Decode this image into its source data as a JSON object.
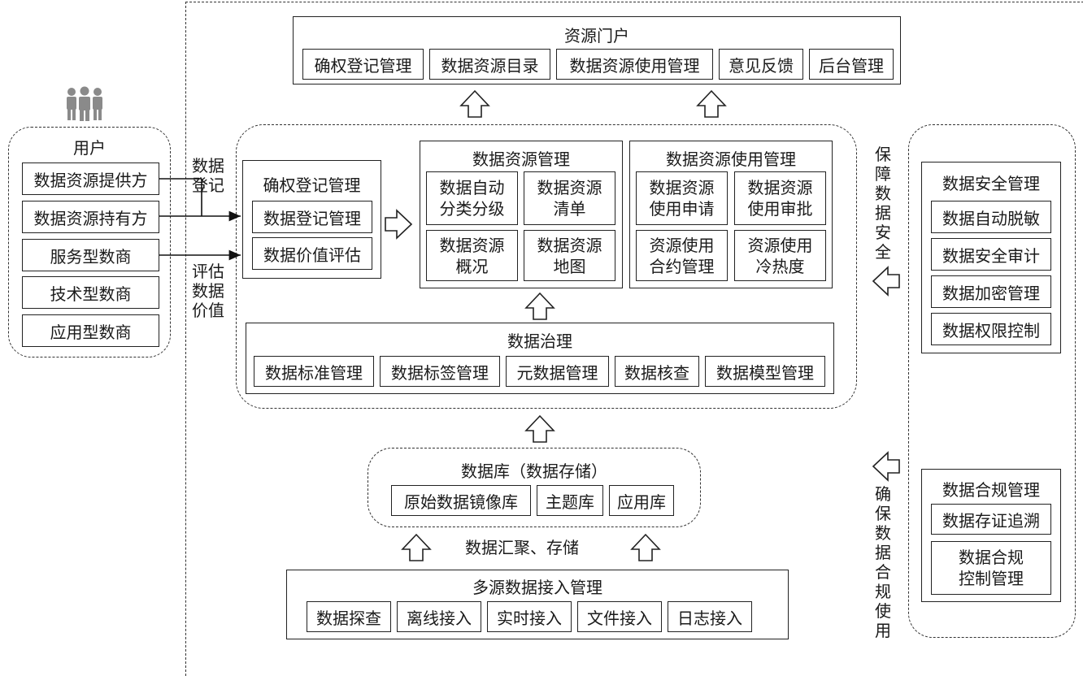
{
  "users": {
    "title": "用户",
    "items": [
      "数据资源提供方",
      "数据资源持有方",
      "服务型数商",
      "技术型数商",
      "应用型数商"
    ]
  },
  "side_labels": {
    "register": "数据\n登记",
    "evaluate": "评估\n数据\n价值"
  },
  "portal": {
    "title": "资源门户",
    "items": [
      "确权登记管理",
      "数据资源目录",
      "数据资源使用管理",
      "意见反馈",
      "后台管理"
    ]
  },
  "rights": {
    "title": "确权登记管理",
    "items": [
      "数据登记管理",
      "数据价值评估"
    ]
  },
  "resource_mgmt": {
    "title": "数据资源管理",
    "items": [
      "数据自动\n分类分级",
      "数据资源\n清单",
      "数据资源\n概况",
      "数据资源\n地图"
    ]
  },
  "usage_mgmt": {
    "title": "数据资源使用管理",
    "items": [
      "数据资源\n使用申请",
      "数据资源\n使用审批",
      "资源使用\n合约管理",
      "资源使用\n冷热度"
    ]
  },
  "governance": {
    "title": "数据治理",
    "items": [
      "数据标准管理",
      "数据标签管理",
      "元数据管理",
      "数据核查",
      "数据模型管理"
    ]
  },
  "database": {
    "title": "数据库（数据存储）",
    "items": [
      "原始数据镜像库",
      "主题库",
      "应用库"
    ]
  },
  "aggregate_label": "数据汇聚、存储",
  "ingest": {
    "title": "多源数据接入管理",
    "items": [
      "数据探查",
      "离线接入",
      "实时接入",
      "文件接入",
      "日志接入"
    ]
  },
  "security": {
    "title": "数据安全管理",
    "items": [
      "数据自动脱敏",
      "数据安全审计",
      "数据加密管理",
      "数据权限控制"
    ]
  },
  "compliance": {
    "title": "数据合规管理",
    "items": [
      "数据存证追溯",
      "数据合规\n控制管理"
    ]
  },
  "right_labels": {
    "security": "保\n障\n数\n据\n安\n全",
    "compliance": "确\n保\n数\n据\n合\n规\n使\n用"
  },
  "icons": {
    "users": "people-group-icon",
    "arrow": "hollow-arrow-icon"
  }
}
